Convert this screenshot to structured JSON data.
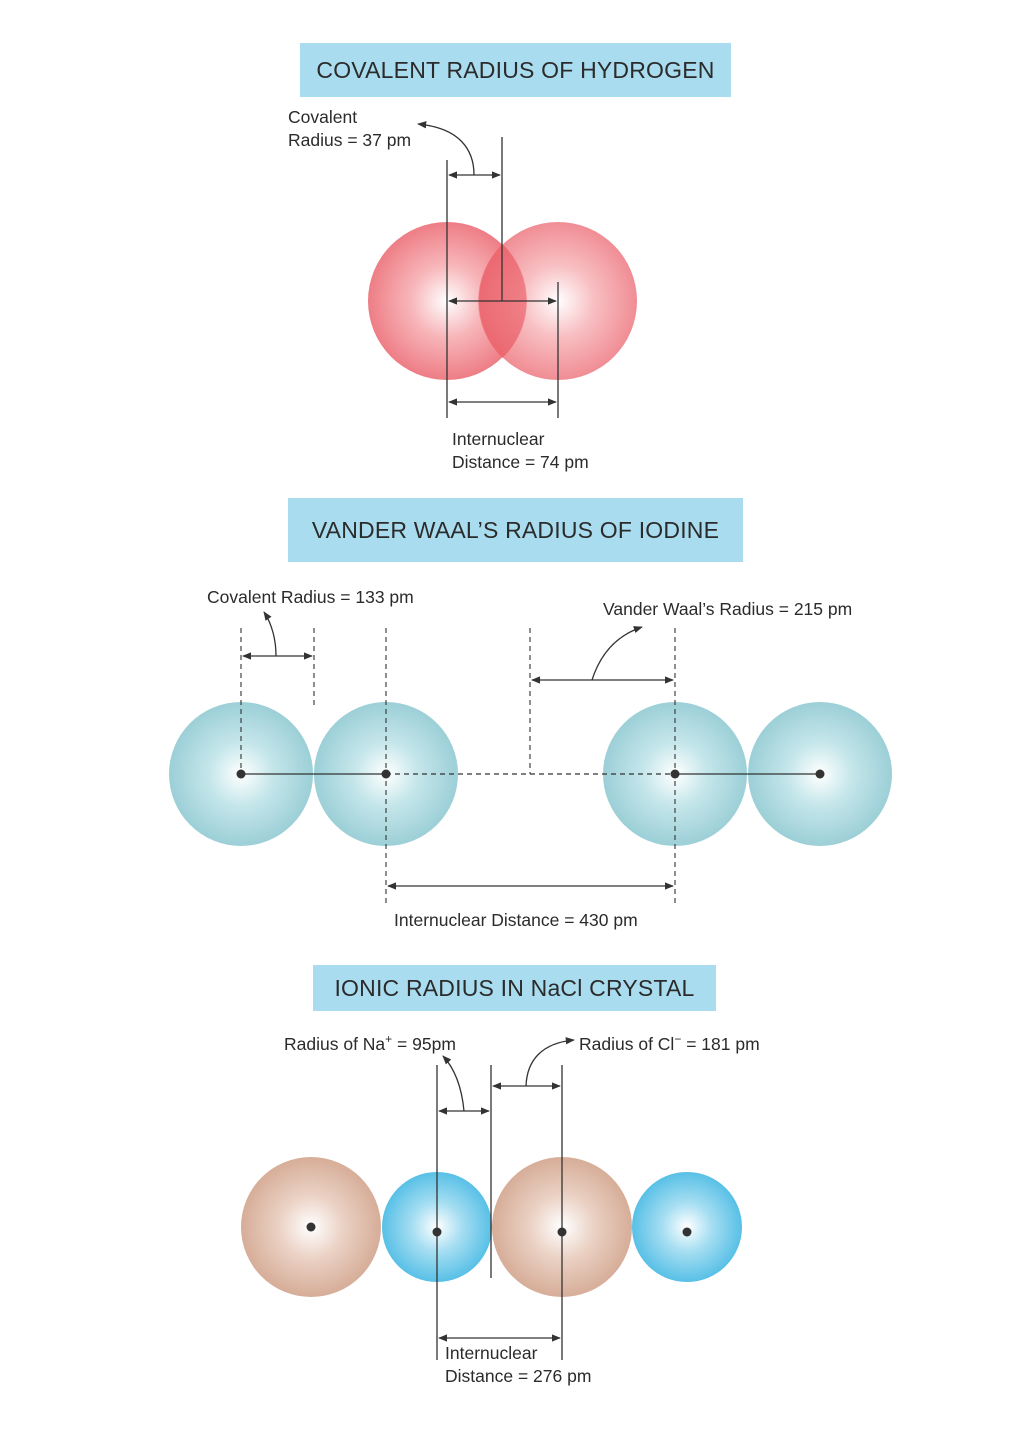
{
  "sections": {
    "hydrogen": {
      "title": "COVALENT RADIUS OF HYDROGEN",
      "covalent_label_line1": "Covalent",
      "covalent_label_line2": "Radius = 37 pm",
      "distance_label_line1": "Internuclear",
      "distance_label_line2": "Distance = 74 pm",
      "atom_color": "#ee7b84"
    },
    "iodine": {
      "title": "VANDER WAAL’S RADIUS OF IODINE",
      "covalent_label": "Covalent Radius = 133 pm",
      "vdw_label": "Vander Waal’s Radius = 215 pm",
      "distance_label": "Internuclear Distance = 430 pm",
      "atom_color": "#9fd3db"
    },
    "nacl": {
      "title": "IONIC RADIUS IN NaCl CRYSTAL",
      "na_label_prefix": "Radius of Na",
      "na_label_sup": "+",
      "na_label_suffix": " = 95pm",
      "cl_label_prefix": "Radius of Cl",
      "cl_label_sup": "−",
      "cl_label_suffix": " = 181 pm",
      "distance_label_line1": "Internuclear",
      "distance_label_line2": "Distance = 276 pm",
      "na_color": "#5fc3e6",
      "cl_color": "#d8b09c"
    }
  }
}
